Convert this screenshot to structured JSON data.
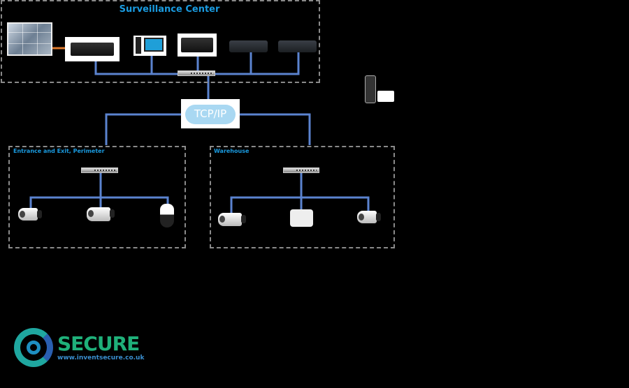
{
  "zones": {
    "center": {
      "title": "Surveillance Center"
    },
    "perimeter": {
      "title": "Entrance and Exit, Perimeter"
    },
    "warehouse": {
      "title": "Warehouse"
    }
  },
  "network": {
    "label": "TCP/IP"
  },
  "logo": {
    "brand": "SECURE",
    "url": "www.inventsecure.co.uk"
  },
  "colors": {
    "link": "#5b83cf",
    "title": "#1a9be0",
    "hdmi": "#e07a2c"
  }
}
